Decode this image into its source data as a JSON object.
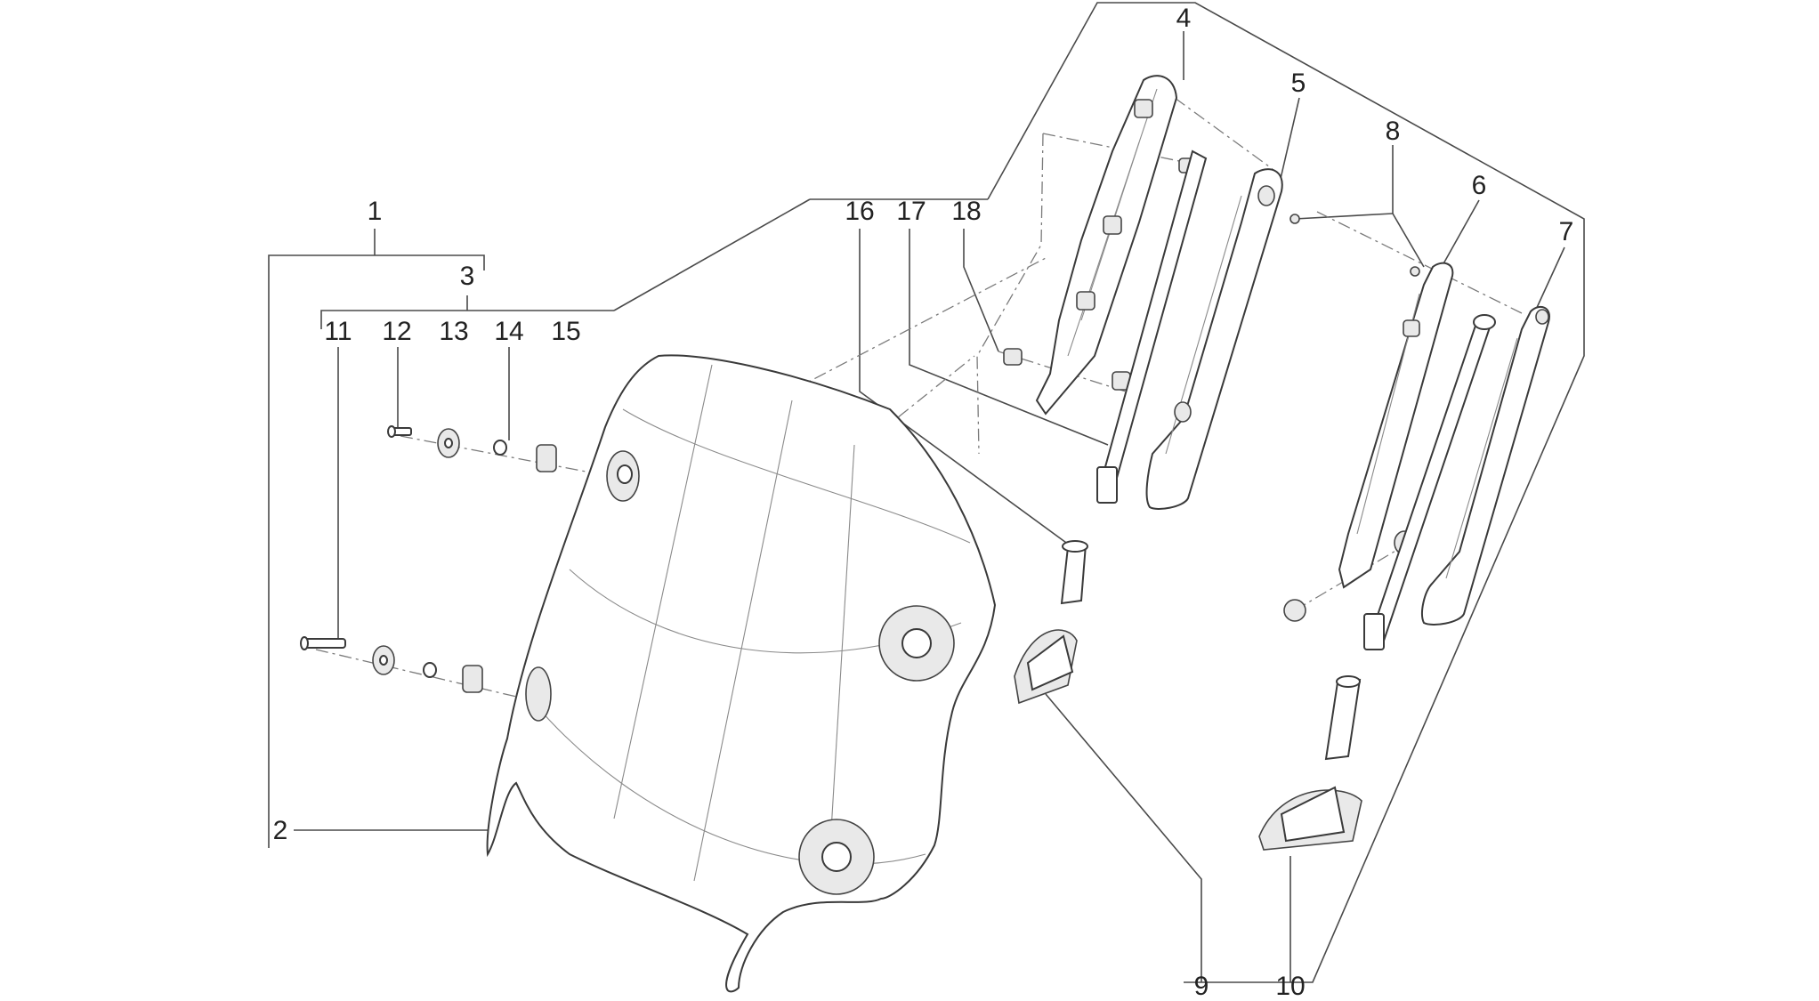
{
  "diagram": {
    "labels": [
      {
        "id": "p1",
        "text": "1"
      },
      {
        "id": "p2",
        "text": "2"
      },
      {
        "id": "p3",
        "text": "3"
      },
      {
        "id": "p4",
        "text": "4"
      },
      {
        "id": "p5",
        "text": "5"
      },
      {
        "id": "p6",
        "text": "6"
      },
      {
        "id": "p7",
        "text": "7"
      },
      {
        "id": "p8",
        "text": "8"
      },
      {
        "id": "p9",
        "text": "9"
      },
      {
        "id": "p10",
        "text": "10"
      },
      {
        "id": "p11",
        "text": "11"
      },
      {
        "id": "p12",
        "text": "12"
      },
      {
        "id": "p13",
        "text": "13"
      },
      {
        "id": "p14",
        "text": "14"
      },
      {
        "id": "p15",
        "text": "15"
      },
      {
        "id": "p16",
        "text": "16"
      },
      {
        "id": "p17",
        "text": "17"
      },
      {
        "id": "p18",
        "text": "18"
      }
    ]
  }
}
